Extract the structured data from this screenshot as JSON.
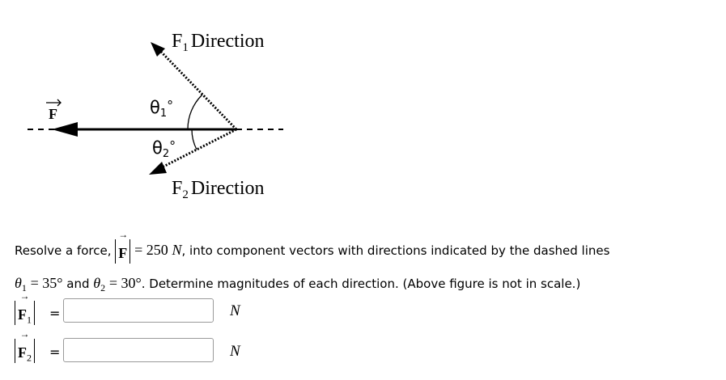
{
  "diagram": {
    "resultant_symbol": "F",
    "f1_direction_label": "F",
    "f1_sub": "1",
    "f1_direction_word": "Direction",
    "f2_direction_label": "F",
    "f2_sub": "2",
    "f2_direction_word": "Direction",
    "theta1_label": "θ",
    "theta1_sub": "1",
    "theta1_deg": "°",
    "theta2_label": "θ",
    "theta2_sub": "2",
    "theta2_deg": "°"
  },
  "problem": {
    "line1_prefix": "Resolve a force, ",
    "force_symbol": "F",
    "force_eq": "= 250",
    "force_unit": "N",
    "line1_suffix": ", into component vectors with directions indicated by the dashed lines",
    "theta1_text": "θ",
    "theta1_sub": "1",
    "theta1_value": "= 35°",
    "and_text": " and ",
    "theta2_text": "θ",
    "theta2_sub": "2",
    "theta2_value": "= 30°",
    "line2_suffix": ". Determine magnitudes of each direction. (Above figure is not in scale.)"
  },
  "answers": [
    {
      "symbol": "F",
      "sub": "1",
      "equals": "=",
      "value": "",
      "unit": "N"
    },
    {
      "symbol": "F",
      "sub": "2",
      "equals": "=",
      "value": "",
      "unit": "N"
    }
  ]
}
